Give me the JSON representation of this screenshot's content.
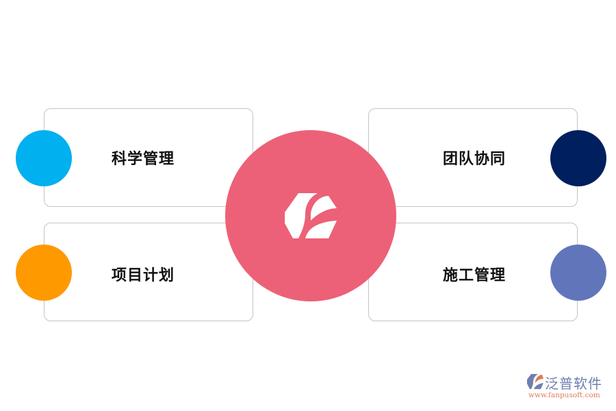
{
  "diagram": {
    "center": {
      "icon": "hexagon-leaf-logo-icon",
      "color": "#ec6177"
    },
    "items": [
      {
        "label": "科学管理",
        "color": "#00b0ef",
        "position": "top-left"
      },
      {
        "label": "项目计划",
        "color": "#ff9900",
        "position": "bottom-left"
      },
      {
        "label": "团队协同",
        "color": "#001f5f",
        "position": "top-right"
      },
      {
        "label": "施工管理",
        "color": "#6176ba",
        "position": "bottom-right"
      }
    ]
  },
  "watermark": {
    "brand": "泛普软件",
    "url": "www.fanpusoft.com"
  }
}
